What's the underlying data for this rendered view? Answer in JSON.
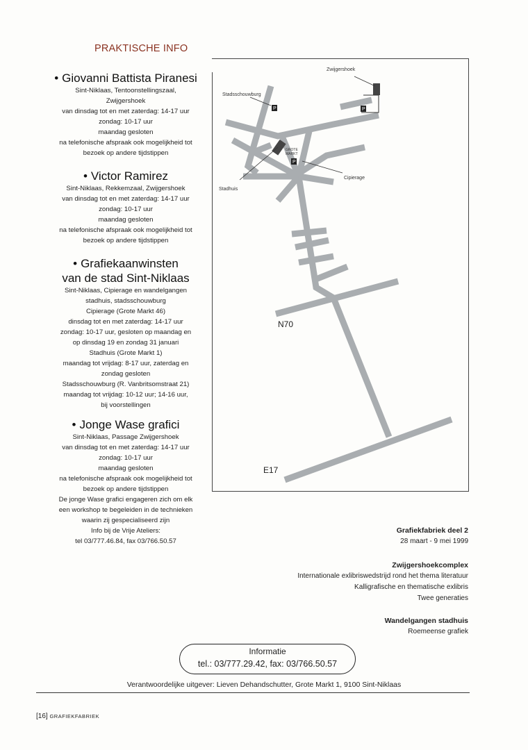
{
  "section_title": "PRAKTISCHE INFO",
  "venues": [
    {
      "name": "Giovanni Battista Piranesi",
      "lines": [
        "Sint-Niklaas, Tentoonstellingszaal,",
        "Zwijgershoek",
        "van dinsdag tot en met zaterdag: 14-17 uur",
        "zondag: 10-17 uur",
        "maandag gesloten",
        "na telefonische afspraak ook mogelijkheid tot",
        "bezoek op andere tijdstippen"
      ]
    },
    {
      "name": "Victor Ramirez",
      "lines": [
        "Sint-Niklaas, Rekkemzaal, Zwijgershoek",
        "van dinsdag tot en met zaterdag: 14-17 uur",
        "zondag: 10-17 uur",
        "maandag gesloten",
        "na telefonische afspraak ook mogelijkheid tot",
        "bezoek op andere tijdstippen"
      ]
    },
    {
      "name_line1": "Grafiekaanwinsten",
      "name_line2": "van de stad Sint-Niklaas",
      "lines": [
        "Sint-Niklaas, Cipierage en wandelgangen",
        "stadhuis, stadsschouwburg",
        "Cipierage (Grote Markt 46)",
        "dinsdag tot en met zaterdag: 14-17 uur",
        "zondag: 10-17 uur, gesloten op maandag en",
        "op dinsdag 19 en zondag 31 januari",
        "Stadhuis (Grote Markt 1)",
        "maandag tot vrijdag: 8-17 uur, zaterdag en",
        "zondag gesloten",
        "Stadsschouwburg (R. Vanbritsomstraat 21)",
        "maandag tot vrijdag: 10-12 uur; 14-16 uur,",
        "bij voorstellingen"
      ]
    },
    {
      "name": "Jonge Wase grafici",
      "lines": [
        "Sint-Niklaas, Passage Zwijgershoek",
        "van dinsdag tot en met zaterdag: 14-17 uur",
        "zondag: 10-17 uur",
        "maandag gesloten",
        "na telefonische afspraak ook mogelijkheid tot",
        "bezoek op andere tijdstippen",
        "De jonge Wase grafici engageren zich om elk",
        "een workshop te begeleiden in de technieken",
        "waarin zij gespecialiseerd zijn",
        "Info bij de Vrije Ateliers:",
        "tel 03/777.46.84, fax 03/766.50.57"
      ]
    }
  ],
  "map": {
    "labels": {
      "zwijgershoek": "Zwijgershoek",
      "stadsschouwburg": "Stadsschouwburg",
      "grote_markt_1": "GROTE",
      "grote_markt_2": "MARKT",
      "cipierage": "Cipierage",
      "stadhuis": "Stadhuis",
      "parking": "P",
      "n70": "N70",
      "e17": "E17"
    }
  },
  "program": [
    {
      "heading": "Grafiekfabriek deel 2",
      "lines": [
        "28 maart - 9 mei 1999"
      ]
    },
    {
      "heading": "Zwijgershoekcomplex",
      "lines": [
        "Internationale exlibriswedstrijd rond het thema literatuur",
        "Kalligrafische en thematische exlibris",
        "Twee generaties"
      ]
    },
    {
      "heading": "Wandelgangen stadhuis",
      "lines": [
        "Roemeense grafiek"
      ]
    }
  ],
  "info_box": {
    "title": "Informatie",
    "contact": "tel.: 03/777.29.42,   fax: 03/766.50.57"
  },
  "publisher": "Verantwoordelijke uitgever: Lieven Dehandschutter, Grote Markt 1, 9100 Sint-Niklaas",
  "footer": {
    "page": "[16]",
    "publication": "GRAFIEKFABRIEK"
  }
}
